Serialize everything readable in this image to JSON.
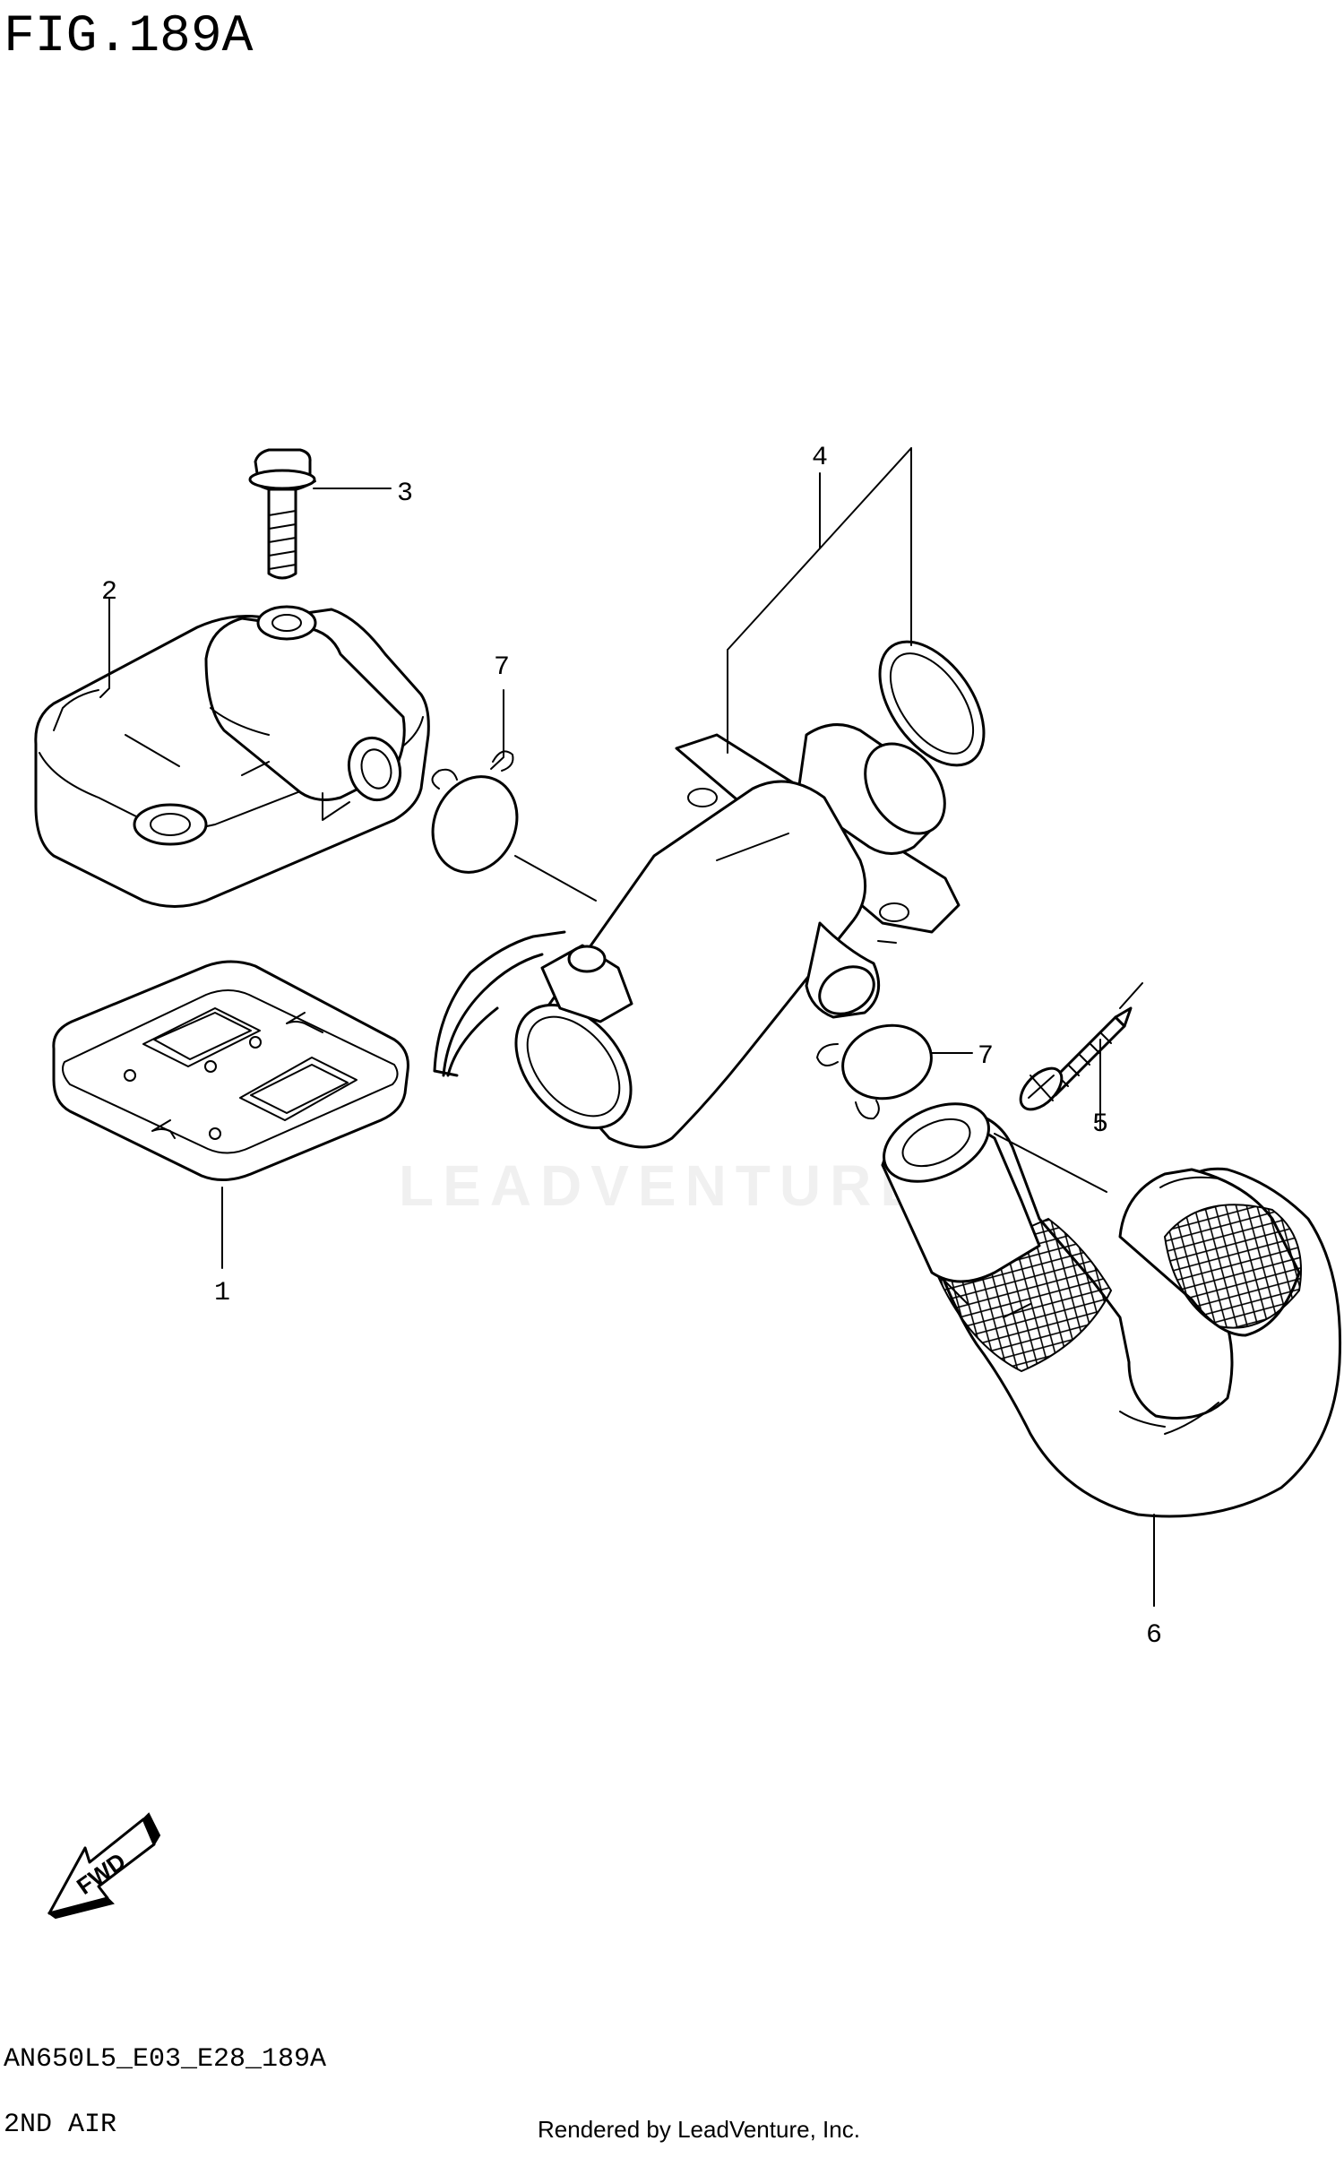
{
  "figure": {
    "title": "FIG.189A",
    "diagram_code": "AN650L5_E03_E28_189A",
    "section_name": "2ND AIR",
    "credit": "Rendered by LeadVenture, Inc.",
    "watermark": "LEADVENTURE",
    "fwd_label": "FWD"
  },
  "callouts": [
    {
      "id": "1",
      "label": "1",
      "part": "gasket"
    },
    {
      "id": "2",
      "label": "2",
      "part": "reed valve cover"
    },
    {
      "id": "3",
      "label": "3",
      "part": "bolt"
    },
    {
      "id": "4",
      "label": "4",
      "part": "pipe with o-ring"
    },
    {
      "id": "5",
      "label": "5",
      "part": "screw"
    },
    {
      "id": "6",
      "label": "6",
      "part": "hose"
    },
    {
      "id": "7a",
      "label": "7",
      "part": "clamp (upper)"
    },
    {
      "id": "7b",
      "label": "7",
      "part": "clamp (lower)"
    }
  ]
}
